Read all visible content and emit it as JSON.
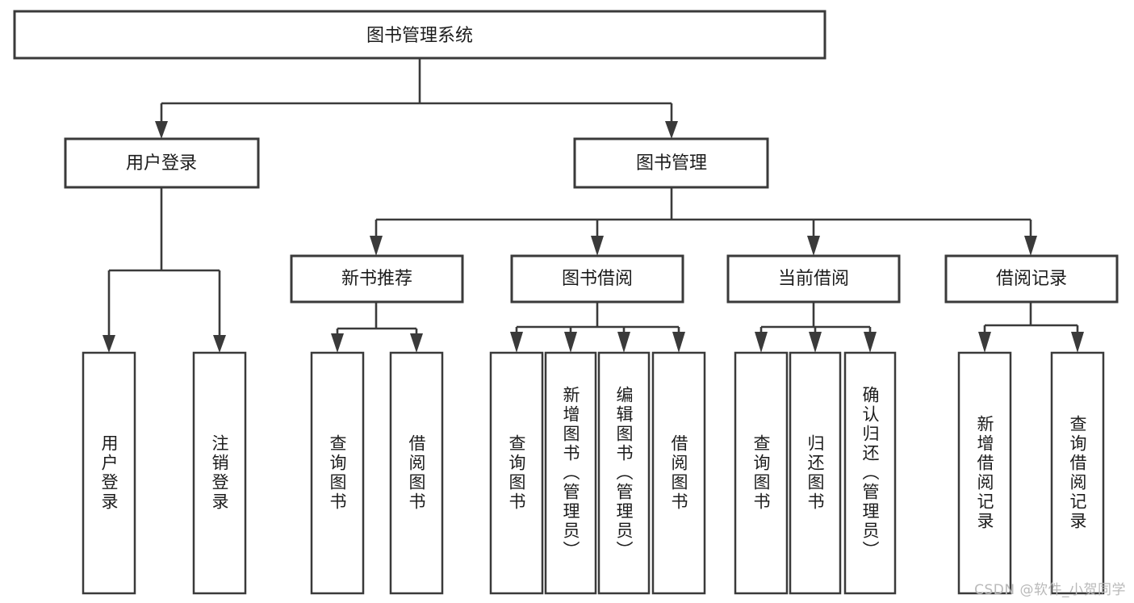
{
  "diagram": {
    "type": "tree",
    "title": "图书管理系统",
    "watermark": "CSDN @软件_小贺同学",
    "colors": {
      "box_stroke": "#3a3a3a",
      "box_fill": "#ffffff",
      "connector": "#3a3a3a",
      "text": "#1c1c1c",
      "watermark": "#b9b9b9",
      "background": "#ffffff"
    },
    "levels": {
      "root": {
        "label": "图书管理系统"
      },
      "level2": [
        {
          "label": "用户登录"
        },
        {
          "label": "图书管理"
        }
      ],
      "level3": [
        {
          "label": "新书推荐"
        },
        {
          "label": "图书借阅"
        },
        {
          "label": "当前借阅"
        },
        {
          "label": "借阅记录"
        }
      ],
      "leaves": {
        "user_login": [
          {
            "label": "用户登录"
          },
          {
            "label": "注销登录"
          }
        ],
        "new_book": [
          {
            "label": "查询图书"
          },
          {
            "label": "借阅图书"
          }
        ],
        "book_borrow": [
          {
            "label": "查询图书"
          },
          {
            "label": "新增图书（管理员）"
          },
          {
            "label": "编辑图书（管理员）"
          },
          {
            "label": "借阅图书"
          }
        ],
        "current_borrow": [
          {
            "label": "查询图书"
          },
          {
            "label": "归还图书"
          },
          {
            "label": "确认归还（管理员）"
          }
        ],
        "borrow_record": [
          {
            "label": "新增借阅记录"
          },
          {
            "label": "查询借阅记录"
          }
        ]
      }
    }
  }
}
